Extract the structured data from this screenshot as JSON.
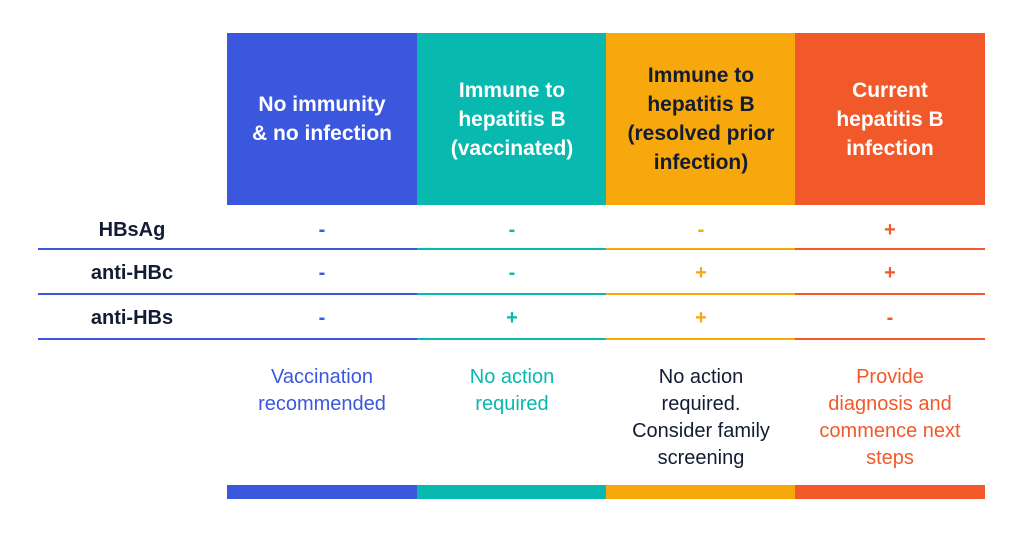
{
  "colors": {
    "blue": "#3b57de",
    "teal": "#07b9ae",
    "amber": "#f6a80c",
    "orange": "#f1592a",
    "dark_text": "#141c33"
  },
  "columns": [
    {
      "header": "No immunity\n& no infection",
      "note": "Vaccination\nrecommended",
      "color": "#3b57de",
      "note_color": "#3b57de"
    },
    {
      "header": "Immune to\nhepatitis B\n(vaccinated)",
      "note": "No action\nrequired",
      "color": "#07b9ae",
      "note_color": "#07b9ae"
    },
    {
      "header": "Immune to\nhepatitis B\n(resolved prior\ninfection)",
      "note": "No action\nrequired.\nConsider family\nscreening",
      "color": "#f6a80c",
      "note_color": "#141c33",
      "header_color": "#141c33"
    },
    {
      "header": "Current\nhepatitis B\ninfection",
      "note": "Provide\ndiagnosis and\ncommence next\nsteps",
      "color": "#f1592a",
      "note_color": "#f1592a"
    }
  ],
  "rows": [
    {
      "label": "HBsAg",
      "values": [
        "-",
        "-",
        "-",
        "+"
      ]
    },
    {
      "label": "anti-HBc",
      "values": [
        "-",
        "-",
        "+",
        "+"
      ]
    },
    {
      "label": "anti-HBs",
      "values": [
        "-",
        "+",
        "+",
        "-"
      ]
    }
  ]
}
